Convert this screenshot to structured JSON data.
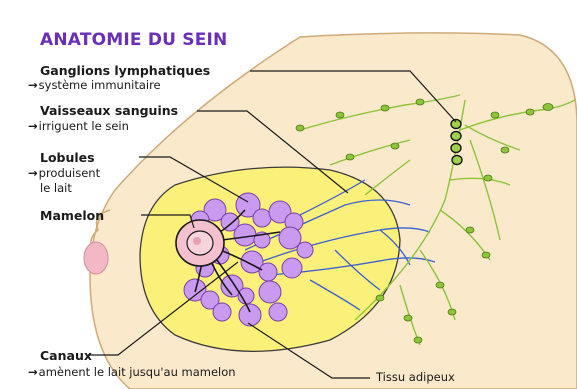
{
  "title": "ANATOMIE DU SEIN",
  "labels": {
    "ganglions": {
      "name": "Ganglions lymphatiques",
      "desc": "système immunitaire"
    },
    "vaisseaux": {
      "name": "Vaisseaux sanguins",
      "desc": "irriguent le sein"
    },
    "lobules": {
      "name": "Lobules",
      "desc_line1": "produisent",
      "desc_line2": "le lait"
    },
    "mamelon": {
      "name": "Mamelon"
    },
    "canaux": {
      "name": "Canaux",
      "desc": "amènent le lait jusqu'au mamelon"
    },
    "tissu": {
      "name": "Tissu adipeux"
    }
  },
  "colors": {
    "title": "#6a2fb4",
    "skin": "#fbe9cc",
    "fat": "#fbf17a",
    "lobule": "#c99af0",
    "lymph": "#8cc43a",
    "vessel": "#3a5fd0",
    "duct": "#1a1a1a"
  },
  "icons": {
    "pointer": "arrow-right-icon"
  }
}
